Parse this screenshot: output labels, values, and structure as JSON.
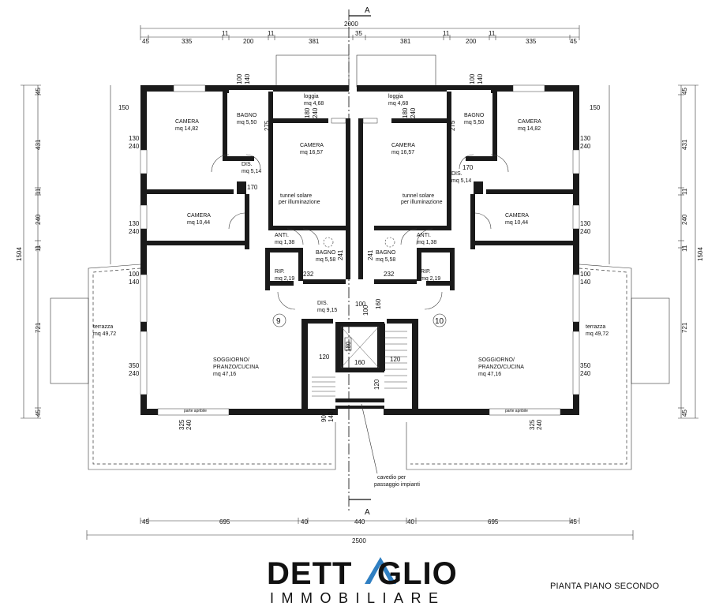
{
  "plan": {
    "section_marks": {
      "top": "A",
      "bottom": "A"
    },
    "top_dims": {
      "total": "2000",
      "segments": [
        "45",
        "335",
        "11",
        "200",
        "11",
        "381",
        "35",
        "381",
        "11",
        "200",
        "11",
        "335",
        "45"
      ]
    },
    "bottom_dims": {
      "total": "2500",
      "segments": [
        "45",
        "695",
        "40",
        "440",
        "40",
        "695",
        "45"
      ]
    },
    "left_dims": {
      "total": "1504",
      "segments": [
        "45",
        "431",
        "11",
        "240",
        "11",
        "721",
        "45"
      ]
    },
    "right_dims": {
      "total": "1504",
      "segments": [
        "45",
        "431",
        "11",
        "240",
        "11",
        "721",
        "45"
      ]
    },
    "units": {
      "left": "9",
      "right": "10"
    },
    "rooms": [
      {
        "name": "CAMERA",
        "area": "mq 14,82"
      },
      {
        "name": "BAGNO",
        "area": "mq 5,50"
      },
      {
        "name": "loggia",
        "area": "mq 4,68"
      },
      {
        "name": "loggia",
        "area": "mq 4,68"
      },
      {
        "name": "BAGNO",
        "area": "mq 5,50"
      },
      {
        "name": "CAMERA",
        "area": "mq 14,82"
      },
      {
        "name": "CAMERA",
        "area": "mq 16,57"
      },
      {
        "name": "CAMERA",
        "area": "mq 16,57"
      },
      {
        "name": "DIS.",
        "area": "mq 5,14"
      },
      {
        "name": "DIS.",
        "area": "mq 5,14"
      },
      {
        "name": "CAMERA",
        "area": "mq 10,44"
      },
      {
        "name": "CAMERA",
        "area": "mq 10,44"
      },
      {
        "name": "ANTI.",
        "area": "mq 1,38"
      },
      {
        "name": "ANTI.",
        "area": "mq 1,38"
      },
      {
        "name": "BAGNO",
        "area": "mq 5,58"
      },
      {
        "name": "BAGNO",
        "area": "mq 5,58"
      },
      {
        "name": "RIP.",
        "area": "mq 2,19"
      },
      {
        "name": "RIP.",
        "area": "mq 2,19"
      },
      {
        "name": "DIS.",
        "area": "mq 9,15"
      },
      {
        "name": "terrazza",
        "area": "mq 49,72"
      },
      {
        "name": "terrazza",
        "area": "mq 49,72"
      },
      {
        "name": "SOGGIORNO/",
        "area": "PRANZO/CUCINA"
      },
      {
        "name": "SOGGIORNO/",
        "area": "PRANZO/CUCINA"
      }
    ],
    "living_area": "mq 47,16",
    "tunnel_label_1": "tunnel solare",
    "tunnel_label_2": "per illuminazione",
    "cavedio_1": "cavedio per",
    "cavedio_2": "passaggio impianti",
    "parte_apribile": "parte apribile",
    "inner_dims": [
      "150",
      "100",
      "140",
      "275",
      "180",
      "240",
      "170",
      "130",
      "240",
      "130",
      "240",
      "100",
      "140",
      "232",
      "241",
      "100",
      "160",
      "180",
      "160",
      "120",
      "120",
      "120",
      "350",
      "240",
      "325",
      "240",
      "90",
      "140",
      "150"
    ]
  },
  "logo": {
    "line1_a": "DETT",
    "line1_b": "GLIO",
    "line2": "IMMOBILIARE",
    "colors": {
      "dark": "#2b3a48",
      "accent": "#2f7fc2"
    }
  },
  "caption": "PIANTA PIANO SECONDO"
}
